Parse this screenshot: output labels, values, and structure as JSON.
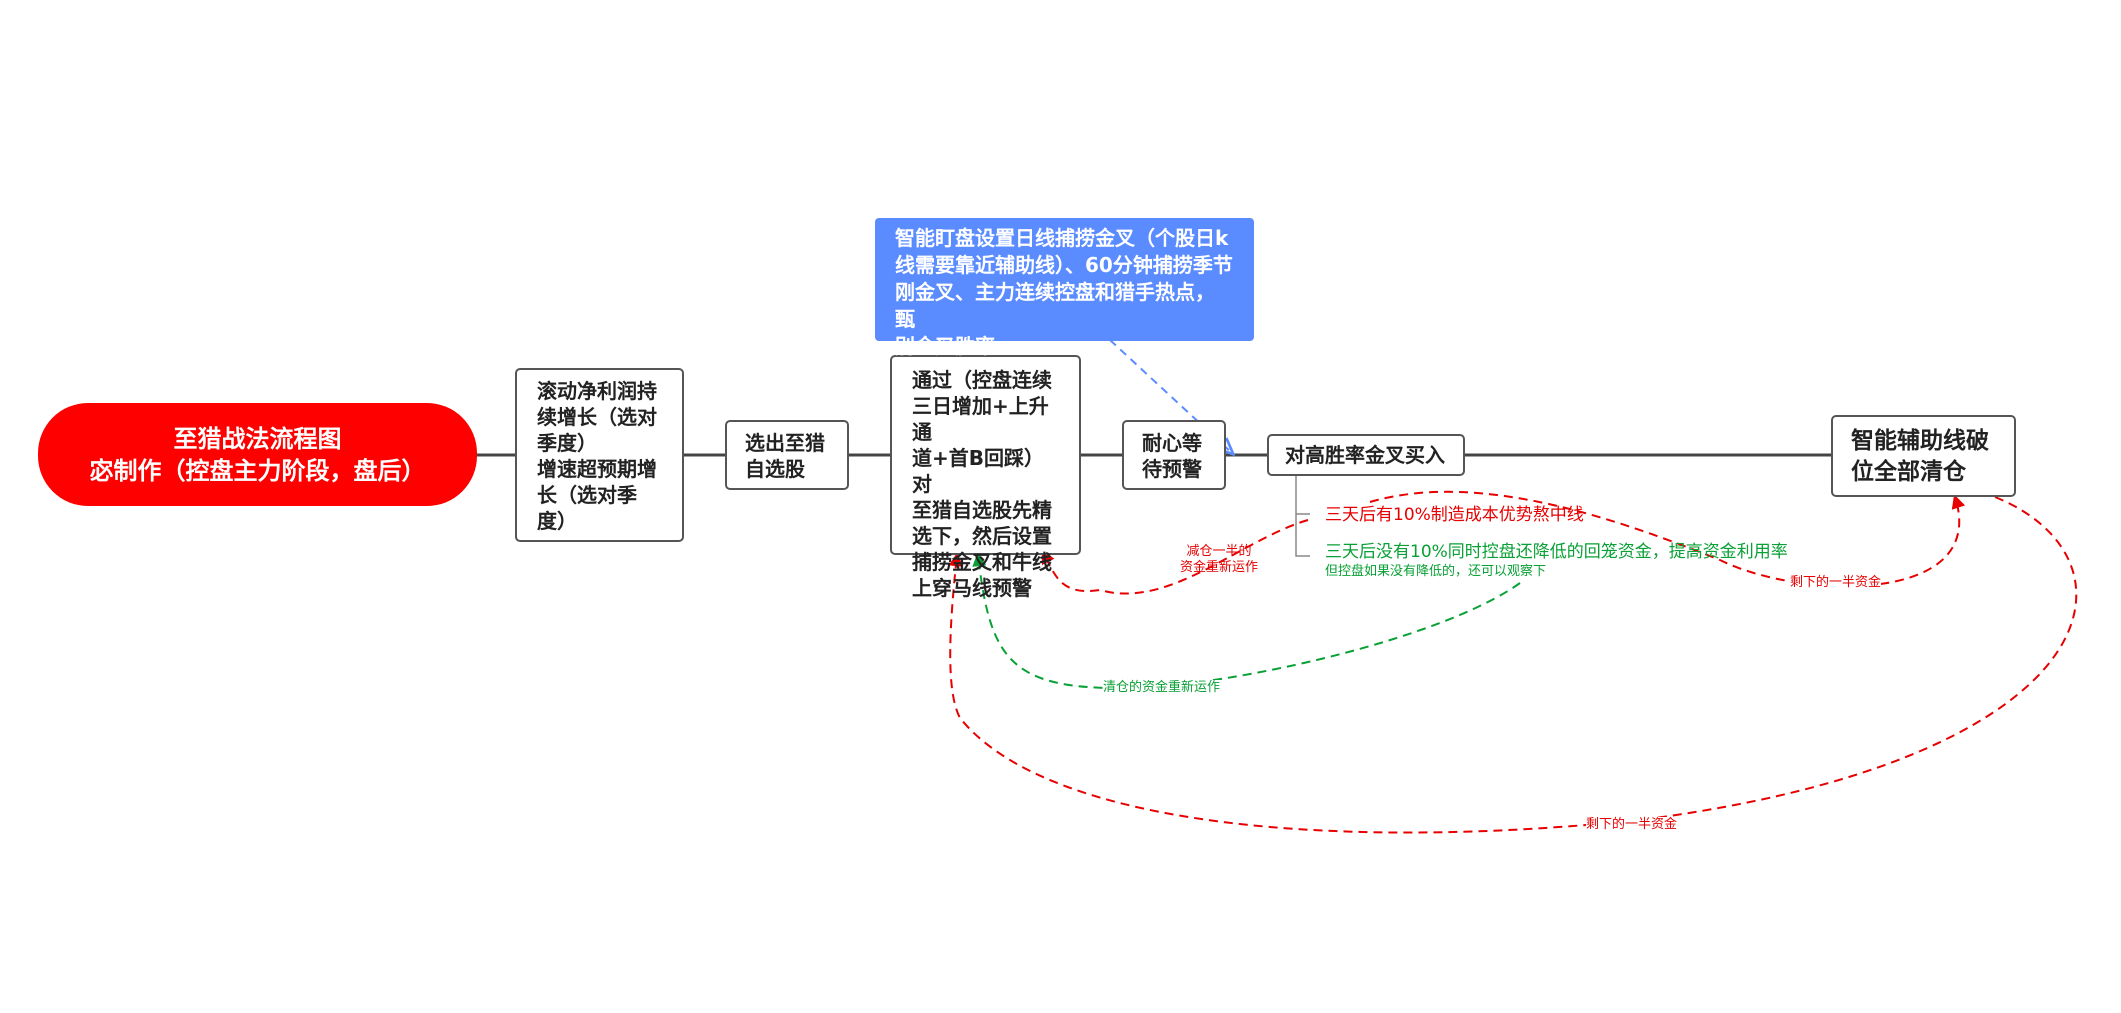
{
  "root": {
    "line1": "至猎战法流程图",
    "line2": "宓制作（控盘主力阶段，盘后）",
    "color": "#fe0000"
  },
  "nodes": {
    "n1": [
      "滚动净利润持",
      "续增长（选对",
      "季度）",
      "增速超预期增",
      "长（选对季",
      "度）"
    ],
    "n2": [
      "选出至猎",
      "自选股"
    ],
    "n3": [
      "通过（控盘连续",
      "三日增加+上升通",
      "道+首B回踩）对",
      "至猎自选股先精",
      "选下，然后设置",
      "捕捞金叉和牛线",
      "上穿马线预警"
    ],
    "n4": [
      "耐心等",
      "待预警"
    ],
    "n5": [
      "对高胜率金叉买入"
    ],
    "n6": [
      "智能辅助线破",
      "位全部清仓"
    ]
  },
  "note": {
    "lines": [
      "智能盯盘设置日线捕捞金叉（个股日k",
      "线需要靠近辅助线）、60分钟捕捞季节",
      "刚金叉、主力连续控盘和猎手热点，甄",
      "别金叉胜率"
    ],
    "color": "#5b8cff"
  },
  "branches": {
    "red_text": "三天后有10%制造成本优势熬中线",
    "green_text": "三天后没有10%同时控盘还降低的回笼资金，提高资金利用率",
    "green_sub": "但控盘如果没有降低的，还可以观察下"
  },
  "edge_labels": {
    "reduce_1": "减仓一半的",
    "reduce_2": "资金重新运作",
    "clear_capital": "清仓的资金重新运作",
    "remaining_half_1": "剩下的一半资金",
    "remaining_half_2": "剩下的一半资金"
  },
  "colors": {
    "red": "#e60000",
    "green": "#09a035",
    "connector": "#444444",
    "note_link": "#5b8cff"
  }
}
